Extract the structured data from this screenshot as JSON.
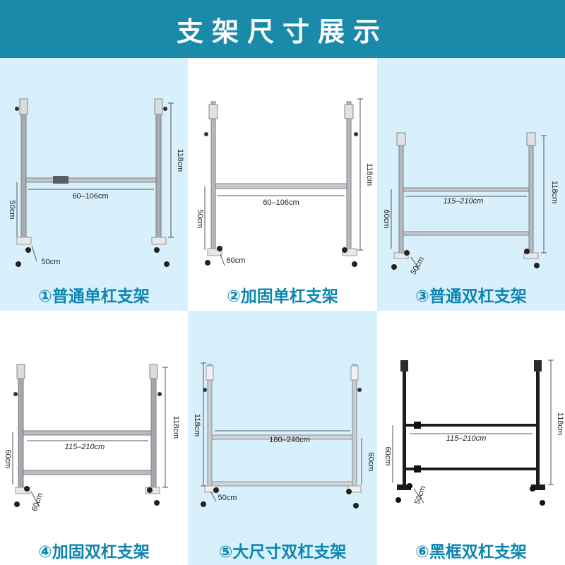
{
  "header": {
    "title": "支架尺寸展示"
  },
  "stands": [
    {
      "caption": "①普通单杠支架",
      "height": "118cm",
      "width": "60–106cm",
      "lower": "50cm",
      "base": "50cm"
    },
    {
      "caption": "②加固单杠支架",
      "height": "118cm",
      "width": "60–106cm",
      "lower": "50cm",
      "base": "60cm"
    },
    {
      "caption": "③普通双杠支架",
      "height": "118cm",
      "width": "115–210cm",
      "lower": "60cm",
      "base": "50cm"
    },
    {
      "caption": "④加固双杠支架",
      "height": "118cm",
      "width": "115–210cm",
      "lower": "60cm",
      "base": "60cm"
    },
    {
      "caption": "⑤大尺寸双杠支架",
      "height": "118cm",
      "width": "180–240cm",
      "lower": "60cm",
      "base": "50cm"
    },
    {
      "caption": "⑥黑框双杠支架",
      "height": "118cm",
      "width": "115–210cm",
      "lower": "60cm",
      "base": "50cm"
    }
  ],
  "colors": {
    "header": "#1a8aaa",
    "caption": "#0b86b2",
    "panel_blue": "#d8f0fb",
    "frame_silver": "#a9adb1",
    "frame_black": "#1c1c1c"
  }
}
